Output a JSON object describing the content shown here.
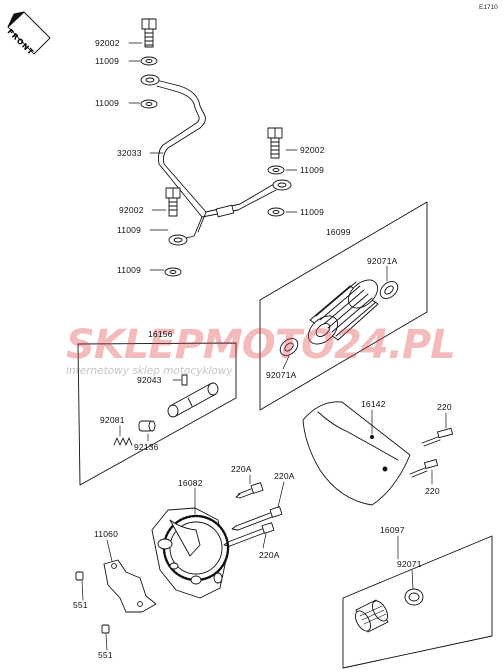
{
  "diagram_code": "E1710",
  "front_marker": "FRONT",
  "watermark": {
    "brand": "SKLEPMOTO24.PL",
    "tagline": "internetowy sklep motocyklowy",
    "color": "#dc3c3c"
  },
  "labels": {
    "p92002_a": "92002",
    "p11009_a": "11009",
    "p11009_b": "11009",
    "p32033": "32033",
    "p92002_b": "92002",
    "p11009_c": "11009",
    "p11009_d": "11009",
    "p92002_c": "92002",
    "p11009_e": "11009",
    "p11009_f": "11009",
    "p16099": "16099",
    "p92071A_a": "92071A",
    "p92071A_b": "92071A",
    "p16156": "16156",
    "p92043": "92043",
    "p92081": "92081",
    "p92136": "92136",
    "p16142": "16142",
    "p220_a": "220",
    "p220_b": "220",
    "p220A_a": "220A",
    "p220A_b": "220A",
    "p220A_c": "220A",
    "p16082": "16082",
    "p11060": "11060",
    "p551_a": "551",
    "p551_b": "551",
    "p16097": "16097",
    "p92071": "92071"
  }
}
